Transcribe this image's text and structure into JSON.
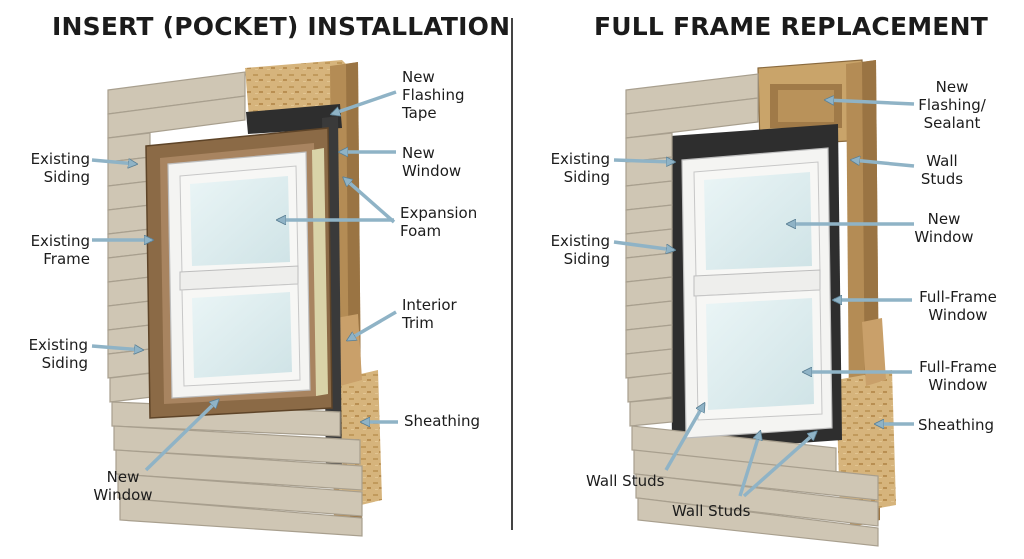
{
  "left_panel": {
    "title": "INSERT (POCKET) INSTALLATION",
    "labels": {
      "new_flashing_tape": [
        "New",
        "Flashing",
        "Tape"
      ],
      "new_window_top": [
        "New",
        "Window"
      ],
      "expansion_foam": [
        "Expansion",
        "Foam"
      ],
      "interior_trim": [
        "Interior",
        "Trim"
      ],
      "sheathing": [
        "Sheathing"
      ],
      "existing_siding_top": [
        "Existing",
        "Siding"
      ],
      "existing_frame": [
        "Existing",
        "Frame"
      ],
      "existing_siding_bottom": [
        "Existing",
        "Siding"
      ],
      "new_window_bottom": [
        "New",
        "Window"
      ]
    }
  },
  "right_panel": {
    "title": "FULL FRAME REPLACEMENT",
    "labels": {
      "new_flashing_sealant": [
        "New",
        "Flashing/",
        "Sealant"
      ],
      "wall_studs_top": [
        "Wall",
        "Studs"
      ],
      "new_window": [
        "New",
        "Window"
      ],
      "full_frame_window_1": [
        "Full-Frame",
        "Window"
      ],
      "full_frame_window_2": [
        "Full-Frame",
        "Window"
      ],
      "sheathing": [
        "Sheathing"
      ],
      "existing_siding_top": [
        "Existing",
        "Siding"
      ],
      "existing_siding_mid": [
        "Existing",
        "Siding"
      ],
      "wall_studs_left": [
        "Wall Studs"
      ],
      "wall_studs_bottom": [
        "Wall Studs"
      ]
    }
  },
  "colors": {
    "siding": "#cfc6b4",
    "siding_shadow": "#a89f8e",
    "wood_light": "#c9a46a",
    "wood_dark": "#8a6a3e",
    "old_frame": "#8b6a46",
    "flashing": "#2e2e2e",
    "window_white": "#f4f4f2",
    "glass": "#dfeef0",
    "arrow": "#8fb3c6",
    "arrow_edge": "#5b7f93"
  }
}
